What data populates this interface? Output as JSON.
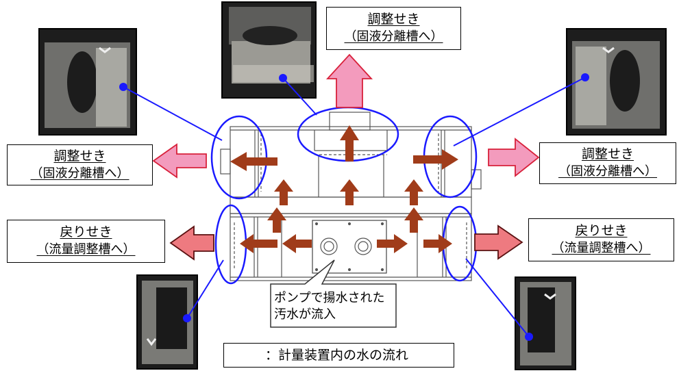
{
  "labels": {
    "top_center": {
      "line1": "調整せき",
      "line2": "（固液分離槽へ）"
    },
    "mid_left": {
      "line1": "調整せき",
      "line2": "（固液分離槽へ）"
    },
    "mid_right": {
      "line1": "調整せき",
      "line2": "（固液分離槽へ）"
    },
    "low_left": {
      "line1": "戻りせき",
      "line2": "（流量調整槽へ）"
    },
    "low_right": {
      "line1": "戻りせき",
      "line2": "（流量調整槽へ）"
    }
  },
  "callout": {
    "line1": "ポンプで揚水された",
    "line2": "汚水が流入"
  },
  "legend": {
    "text": "：計量装置内の水の流れ"
  },
  "colors": {
    "flow_arrow": "#a03c1a",
    "outflow_to_separation": "#f39bbd",
    "outflow_return": "#ee7a80",
    "highlight_ellipse": "#1a1aff",
    "pointer_line": "#1a1aff"
  }
}
